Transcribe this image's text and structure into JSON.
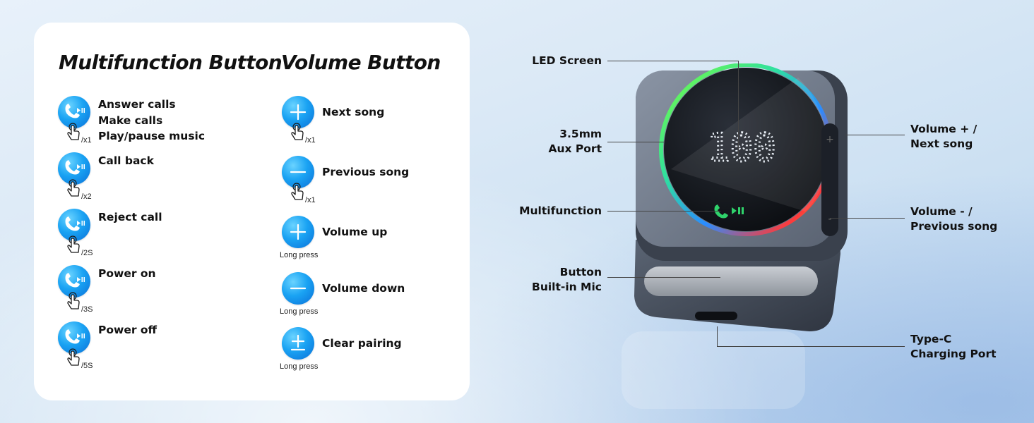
{
  "colors": {
    "accent": "#1aa3f3",
    "card": "#ffffff"
  },
  "multifunction": {
    "title": "Multifunction Button",
    "items": [
      {
        "lines": [
          "Answer calls",
          "Make calls",
          "Play/pause music"
        ],
        "tap": "x1"
      },
      {
        "lines": [
          "Call back"
        ],
        "tap": "x2"
      },
      {
        "lines": [
          "Reject call"
        ],
        "tap": "2S"
      },
      {
        "lines": [
          "Power on"
        ],
        "tap": "3S"
      },
      {
        "lines": [
          "Power off"
        ],
        "tap": "5S"
      }
    ]
  },
  "volume": {
    "title": "Volume Button",
    "items": [
      {
        "label": "Next song",
        "symbol": "plus",
        "tap": "x1",
        "press": ""
      },
      {
        "label": "Previous song",
        "symbol": "minus",
        "tap": "x1",
        "press": ""
      },
      {
        "label": "Volume up",
        "symbol": "plus",
        "tap": "",
        "press": "Long press"
      },
      {
        "label": "Volume down",
        "symbol": "minus",
        "tap": "",
        "press": "Long press"
      },
      {
        "label": "Clear pairing",
        "symbol": "plusminus",
        "tap": "",
        "press": "Long press"
      }
    ]
  },
  "callouts": {
    "led_screen": "LED Screen",
    "aux_line1": "3.5mm",
    "aux_line2": "Aux Port",
    "multifunction": "Multifunction",
    "button": "Button",
    "mic": "Built-in Mic",
    "vol_plus_line1": "Volume + /",
    "vol_plus_line2": "Next song",
    "vol_minus_line1": "Volume - /",
    "vol_minus_line2": "Previous song",
    "typec_line1": "Type-C",
    "typec_line2": "Charging Port"
  },
  "device": {
    "display": "100"
  }
}
